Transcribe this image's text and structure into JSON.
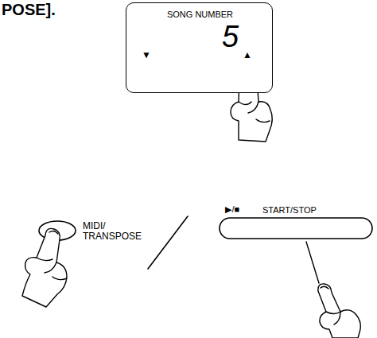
{
  "diagram": {
    "nodes": [
      {
        "text": [
          "SONG NUMBER",
          "5",
          "▼",
          "▲"
        ]
      }
    ],
    "labels": [
      "POSE].",
      "MIDI/ TRANSPOSE",
      "▶/■",
      "START/STOP"
    ]
  }
}
